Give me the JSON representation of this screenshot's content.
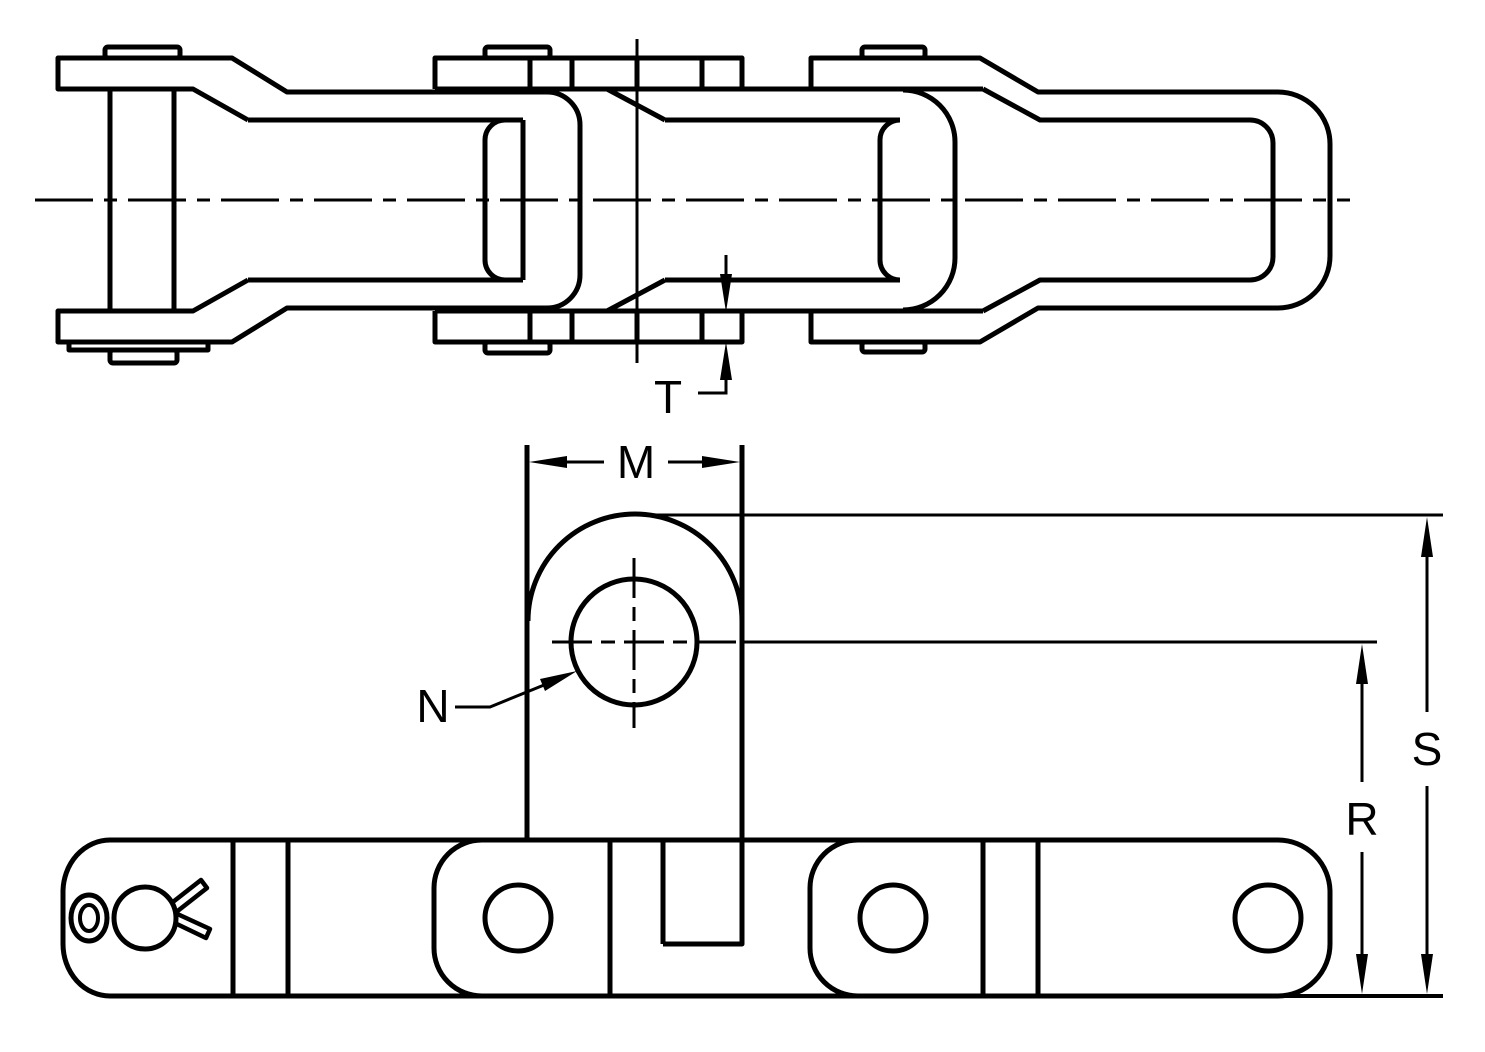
{
  "drawing": {
    "title": "pintle chain with attachment lug - dimensioned engineering drawing",
    "views": [
      "plan view of chain joints",
      "side elevation with attachment lug"
    ]
  },
  "labels": {
    "t": "T",
    "m": "M",
    "n": "N",
    "r": "R",
    "s": "S"
  },
  "colors": {
    "line": "#000000",
    "background": "#ffffff"
  }
}
